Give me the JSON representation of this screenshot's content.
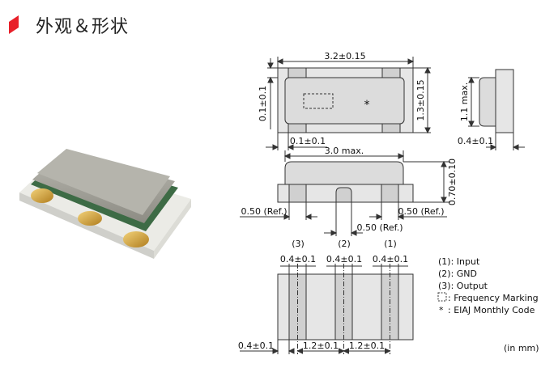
{
  "header": {
    "title": "外观＆形状",
    "accent_color": "#e8202a"
  },
  "drawing": {
    "top_view": {
      "width": "3.2±0.15",
      "height": "1.3±0.15",
      "left_offset": "0.1±0.1",
      "bottom_offset": "0.1±0.1",
      "marking_symbol": "*"
    },
    "side_view": {
      "height": "1.1 max.",
      "pad": "0.4±0.1"
    },
    "front_view": {
      "length": "3.0 max.",
      "height": "0.70±0.10",
      "ref_left": "0.50 (Ref.)",
      "ref_right": "0.50 (Ref.)",
      "ref_center": "0.50 (Ref.)"
    },
    "bottom_view": {
      "pin_labels": [
        "(3)",
        "(2)",
        "(1)"
      ],
      "pin_width": "0.4±0.1",
      "edge": "0.4±0.1",
      "pitch": "1.2±0.1"
    },
    "legend": {
      "input": "(1): Input",
      "gnd": "(2): GND",
      "output": "(3): Output",
      "freq": ": Frequency Marking",
      "eiaj_star": "*",
      "eiaj": ": EIAJ Monthly Code"
    },
    "unit": "(in mm)"
  },
  "colors": {
    "body": "#e6e6e6",
    "cap": "#d9d9d9",
    "outline": "#333333"
  }
}
